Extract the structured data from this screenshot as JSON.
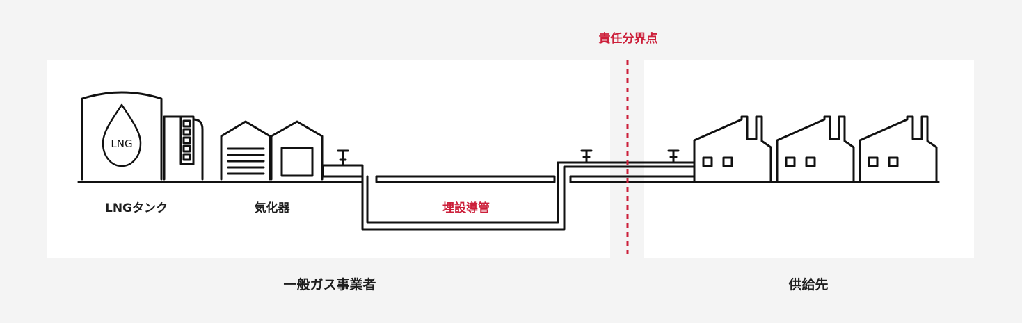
{
  "diagram": {
    "responsibility_boundary": "責任分界点",
    "labels": {
      "lng_tank": "LNGタンク",
      "vaporizer": "気化器",
      "buried_pipe": "埋設導管",
      "tank_marking": "LNG"
    },
    "sections": {
      "gas_operator": "一般ガス事業者",
      "customer": "供給先"
    },
    "colors": {
      "accent": "#cc1f3a",
      "line": "#111111",
      "panel": "#ffffff",
      "background": "#f4f4f4",
      "text": "#1e1e1e"
    }
  }
}
